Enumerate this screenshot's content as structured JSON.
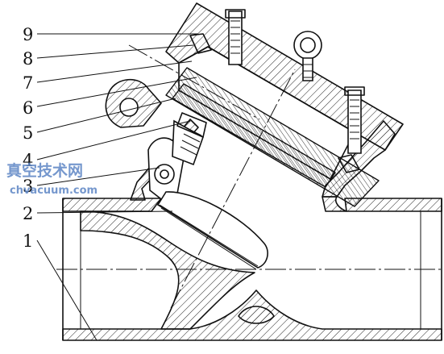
{
  "labels": [
    "9",
    "8",
    "7",
    "6",
    "5",
    "4",
    "3",
    "2",
    "1"
  ],
  "watermark": {
    "chinese": "真空技术网",
    "latin": "chvacuum.com"
  },
  "colors": {
    "line": "#111111",
    "watermark": "#5d86c5",
    "background": "#ffffff"
  }
}
